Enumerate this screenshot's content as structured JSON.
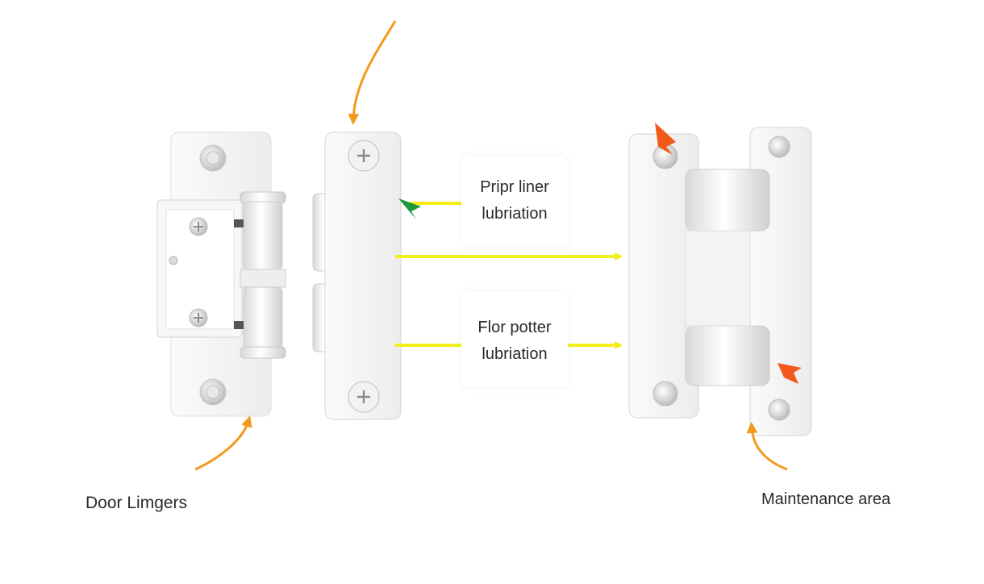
{
  "labels": {
    "left_caption": "Door Limgers",
    "right_caption": "Maintenance area",
    "callout_top": {
      "line1": "Pripr liner",
      "line2": "lubriation"
    },
    "callout_bottom": {
      "line1": "Flor potter",
      "line2": "lubriation"
    }
  },
  "colors": {
    "orange_curve": "#f29a1c",
    "yellow_arrow": "#f2ee1a",
    "green_marker": "#1e9a3a",
    "red_marker": "#f25a1c",
    "metal_light": "#f4f4f4",
    "metal_edge": "#d9d9d9"
  }
}
